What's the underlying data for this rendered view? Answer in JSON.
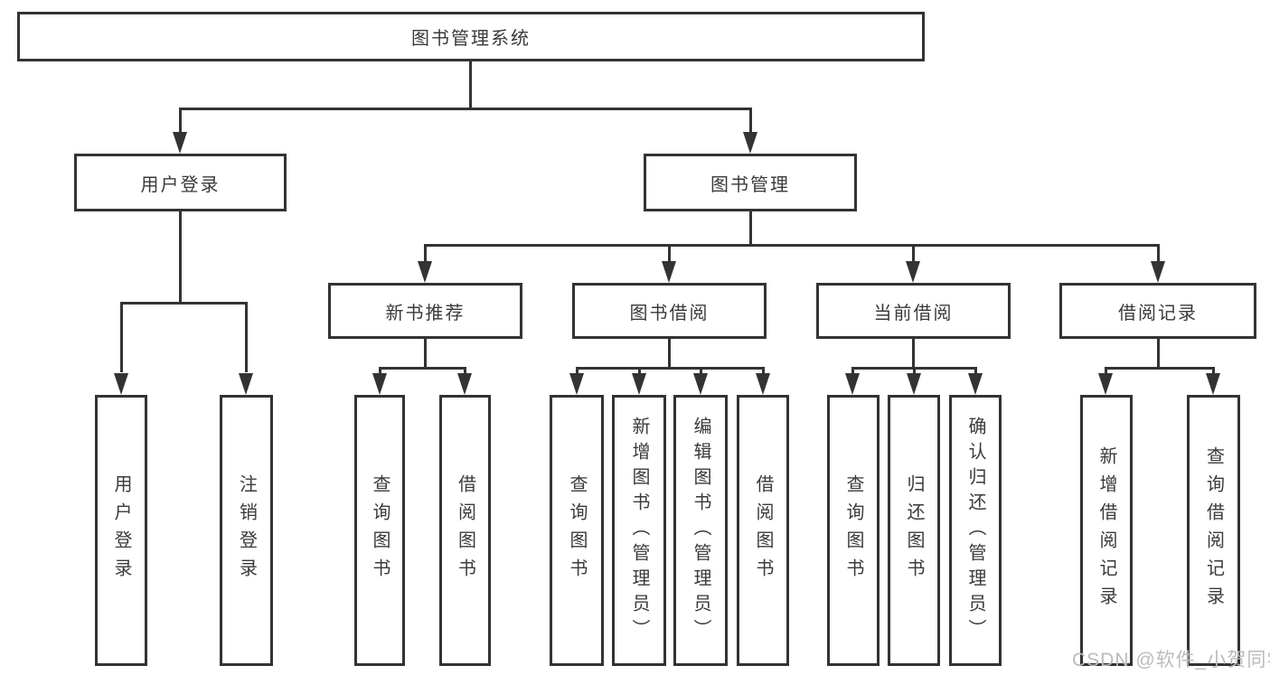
{
  "tree": {
    "label": "图书管理系统",
    "children": [
      {
        "label": "用户登录",
        "children": [
          {
            "label": "用户登录"
          },
          {
            "label": "注销登录"
          }
        ]
      },
      {
        "label": "图书管理",
        "children": [
          {
            "label": "新书推荐",
            "children": [
              {
                "label": "查询图书"
              },
              {
                "label": "借阅图书"
              }
            ]
          },
          {
            "label": "图书借阅",
            "children": [
              {
                "label": "查询图书"
              },
              {
                "label": "新增图书（管理员）"
              },
              {
                "label": "编辑图书（管理员）"
              },
              {
                "label": "借阅图书"
              }
            ]
          },
          {
            "label": "当前借阅",
            "children": [
              {
                "label": "查询图书"
              },
              {
                "label": "归还图书"
              },
              {
                "label": "确认归还（管理员）"
              }
            ]
          },
          {
            "label": "借阅记录",
            "children": [
              {
                "label": "新增借阅记录"
              },
              {
                "label": "查询借阅记录"
              }
            ]
          }
        ]
      }
    ]
  },
  "watermark": "CSDN @软件_小贺同学",
  "colors": {
    "line": "#333333",
    "text": "#3a3a3a",
    "watermark": "#babac0",
    "background": "#ffffff"
  }
}
